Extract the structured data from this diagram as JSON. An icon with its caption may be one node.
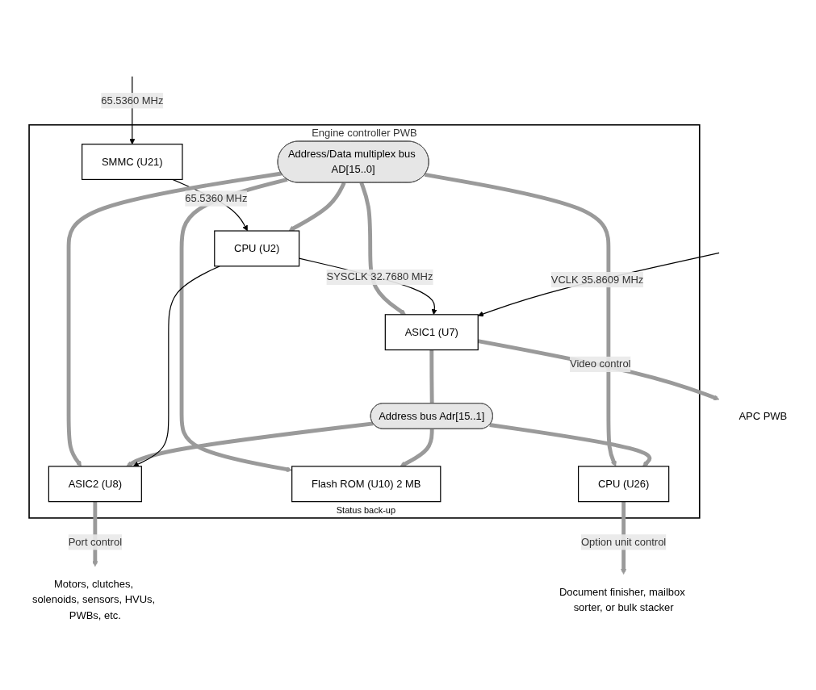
{
  "diagram": {
    "nodes": [
      {
        "text": [
          "Engine controller PWB"
        ]
      },
      {
        "text": [
          "CPU (U2)"
        ],
        "in": 0
      },
      {
        "text": [
          "SMMC (U21)"
        ],
        "in": 0
      },
      {
        "text": [
          "Address/Data multiplex bus AD[15..0]"
        ],
        "in": 0
      },
      {
        "text": [
          "Address bus Adr[15..1]"
        ],
        "in": 0
      },
      {
        "text": [
          "ASIC1 (U7)"
        ],
        "in": 0
      },
      {
        "text": [
          "ASIC2 (U8)"
        ],
        "in": 0
      },
      {
        "text": [
          "Flash ROM (U10) 2 MB"
        ],
        "in": 0,
        "beside": [
          "Status back-up"
        ]
      },
      {
        "text": [
          "CPU (U26)"
        ],
        "in": 0
      },
      {
        "text": [
          "APC PWB"
        ]
      },
      {
        "text": [
          "Motors, clutches, solenoids, sensors, HVUs, PWBs, etc."
        ]
      },
      {
        "text": [
          "Document finisher, mailbox sorter, or bulk stacker"
        ]
      }
    ],
    "edges": [
      {
        "from": null,
        "to": 2,
        "arrow": "to",
        "label": "65.5360 MHz",
        "color": "#000000"
      },
      {
        "from": 2,
        "to": 1,
        "arrow": "to",
        "label": "65.5360 MHz",
        "color": "#000000"
      },
      {
        "from": 3,
        "to": 1,
        "arrow": "to"
      },
      {
        "from": 3,
        "to": 5,
        "arrow": "to"
      },
      {
        "from": 3,
        "to": 6,
        "arrow": "to"
      },
      {
        "from": 3,
        "to": 7,
        "arrow": "to"
      },
      {
        "from": 3,
        "to": 8,
        "arrow": "to"
      },
      {
        "from": 5,
        "to": 4,
        "arrow": "none"
      },
      {
        "from": 4,
        "to": 6,
        "arrow": "to"
      },
      {
        "from": 4,
        "to": 7,
        "arrow": "to"
      },
      {
        "from": 4,
        "to": 8,
        "arrow": "to"
      },
      {
        "from": 1,
        "to": 5,
        "arrow": "to",
        "label": "SYSCLK 32.7680 MHz",
        "color": "#000000"
      },
      {
        "from": 1,
        "to": 6,
        "arrow": "to",
        "color": "#000000"
      },
      {
        "from": null,
        "to": 5,
        "arrow": "to",
        "label": "VCLK 35.8609 MHz",
        "color": "#000000"
      },
      {
        "from": 5,
        "to": 9,
        "arrow": "to",
        "label": "Video control"
      },
      {
        "from": 6,
        "to": 10,
        "arrow": "to",
        "label": "Port control"
      },
      {
        "from": 8,
        "to": 11,
        "arrow": "to",
        "label": "Option unit control"
      }
    ]
  }
}
